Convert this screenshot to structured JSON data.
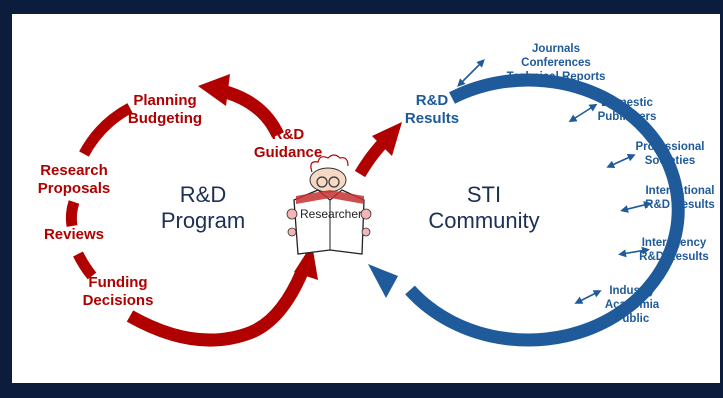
{
  "colors": {
    "background": "#0b1c3d",
    "panel": "#ffffff",
    "program_red": "#b00000",
    "sti_blue": "#1f5a9a",
    "center_text": "#1c2f55"
  },
  "program": {
    "title_line1": "R&D",
    "title_line2": "Program",
    "planning": "Planning",
    "budgeting": "Budgeting",
    "guidance_line1": "R&D",
    "guidance_line2": "Guidance",
    "research": "Research",
    "proposals": "Proposals",
    "reviews": "Reviews",
    "funding": "Funding",
    "decisions": "Decisions"
  },
  "researcher": {
    "label": "Researcher"
  },
  "sti": {
    "title_line1": "STI",
    "title_line2": "Community",
    "results_line1": "R&D",
    "results_line2": "Results",
    "outputs": {
      "journals": "Journals",
      "conferences": "Conferences",
      "technical_reports": "Technical Reports",
      "domestic": "Domestic",
      "publishers": "Publishers",
      "professional": "Professional",
      "societies": "Societies",
      "international": "International",
      "intl_results": "R&D Results",
      "interagency": "Interagency",
      "interagency_results": "R&D Results",
      "industry": "Industry",
      "academia": "Academia",
      "public": "Public"
    }
  }
}
